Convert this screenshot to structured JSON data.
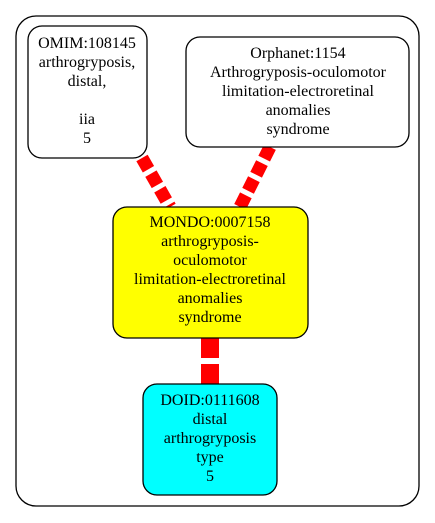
{
  "colors": {
    "edge": "#ff0000",
    "border": "#000000",
    "cluster_fill": "#ffffff",
    "node_default_fill": "#ffffff",
    "node_mondo_fill": "#ffff00",
    "node_doid_fill": "#00ffff"
  },
  "nodes": {
    "omim": {
      "lines": [
        "OMIM:108145",
        "arthrogryposis,",
        "distal,",
        "",
        "iia",
        "5"
      ]
    },
    "orphanet": {
      "lines": [
        "Orphanet:1154",
        "Arthrogryposis-oculomotor",
        "limitation-electroretinal",
        "anomalies",
        "syndrome"
      ]
    },
    "mondo": {
      "lines": [
        "MONDO:0007158",
        "arthrogryposis-",
        "oculomotor",
        "limitation-electroretinal",
        "anomalies",
        "syndrome"
      ]
    },
    "doid": {
      "lines": [
        "DOID:0111608",
        "distal",
        "arthrogryposis",
        "type",
        "5"
      ]
    }
  },
  "edges": [
    {
      "from": "omim",
      "to": "mondo"
    },
    {
      "from": "orphanet",
      "to": "mondo"
    },
    {
      "from": "mondo",
      "to": "doid"
    }
  ]
}
